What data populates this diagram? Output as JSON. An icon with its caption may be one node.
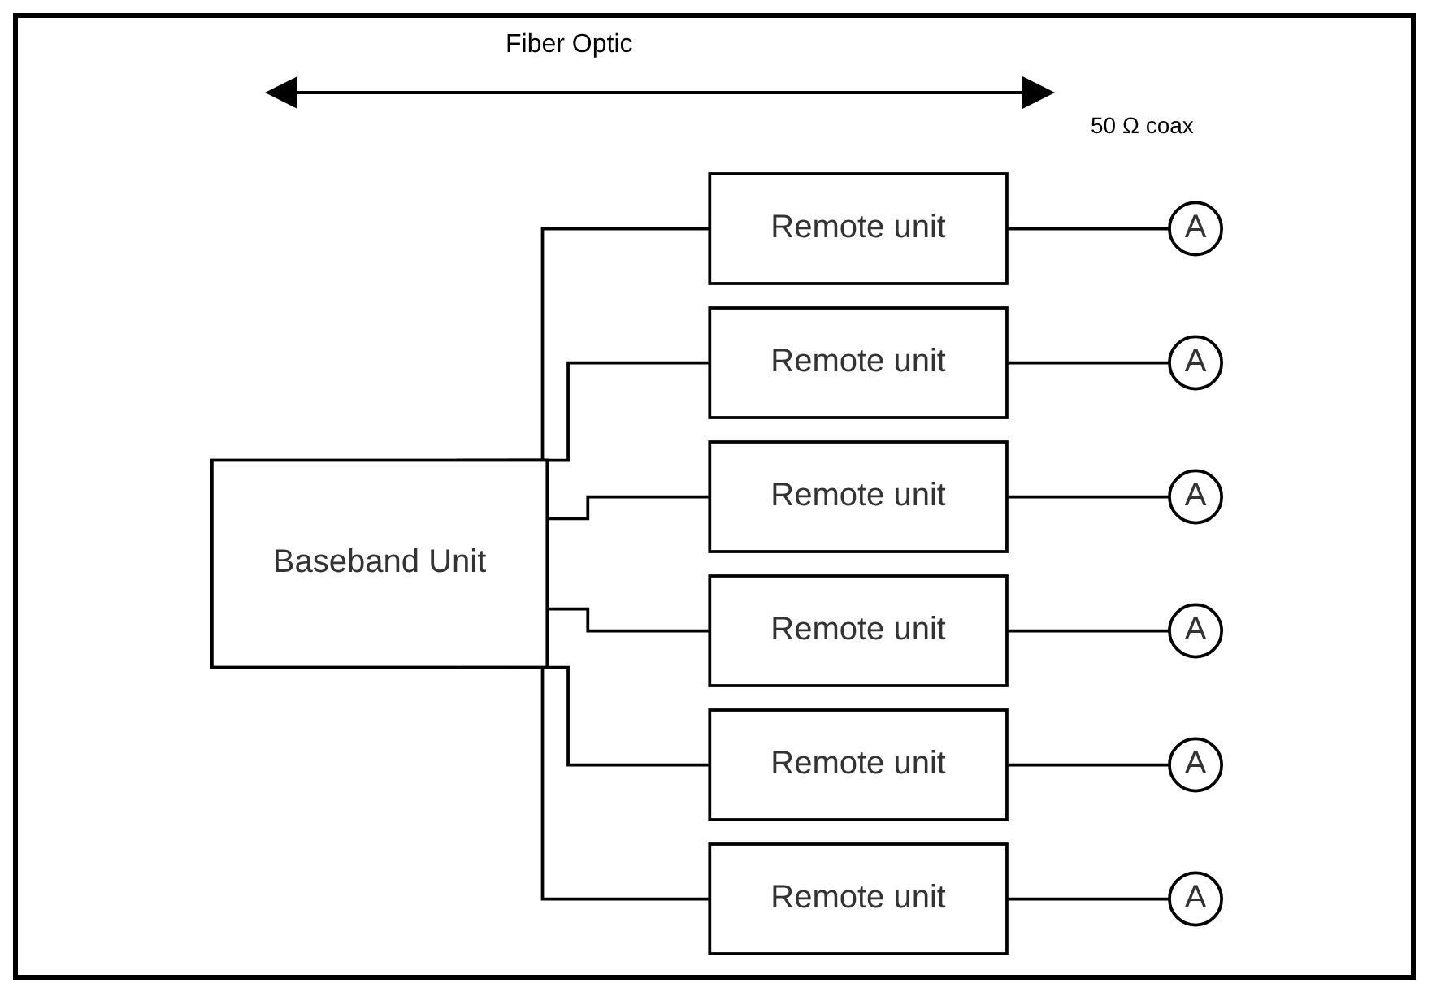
{
  "diagram": {
    "nodes": [
      {
        "text": [
          "Baseband Unit"
        ]
      },
      {
        "text": [
          "Remote unit"
        ]
      },
      {
        "text": [
          "A"
        ]
      },
      {
        "text": [
          "Remote unit"
        ]
      },
      {
        "text": [
          "A"
        ]
      },
      {
        "text": [
          "Remote unit"
        ]
      },
      {
        "text": [
          "A"
        ]
      },
      {
        "text": [
          "Remote unit"
        ]
      },
      {
        "text": [
          "A"
        ]
      },
      {
        "text": [
          "Remote unit"
        ]
      },
      {
        "text": [
          "A"
        ]
      },
      {
        "text": [
          "Remote unit"
        ]
      },
      {
        "text": [
          "A"
        ]
      }
    ],
    "edges": [
      {
        "from": 0,
        "to": 1,
        "arrow": "none"
      },
      {
        "from": 0,
        "to": 3,
        "arrow": "none"
      },
      {
        "from": 0,
        "to": 5,
        "arrow": "none"
      },
      {
        "from": 0,
        "to": 7,
        "arrow": "none"
      },
      {
        "from": 0,
        "to": 9,
        "arrow": "none"
      },
      {
        "from": 0,
        "to": 11,
        "arrow": "none"
      },
      {
        "from": 1,
        "to": 2,
        "arrow": "none"
      },
      {
        "from": 3,
        "to": 4,
        "arrow": "none"
      },
      {
        "from": 5,
        "to": 6,
        "arrow": "none"
      },
      {
        "from": 7,
        "to": 8,
        "arrow": "none"
      },
      {
        "from": 9,
        "to": 10,
        "arrow": "none"
      },
      {
        "from": 11,
        "to": 12,
        "arrow": "none"
      }
    ],
    "labels": [
      "Fiber Optic",
      "50 Ω coax"
    ]
  }
}
